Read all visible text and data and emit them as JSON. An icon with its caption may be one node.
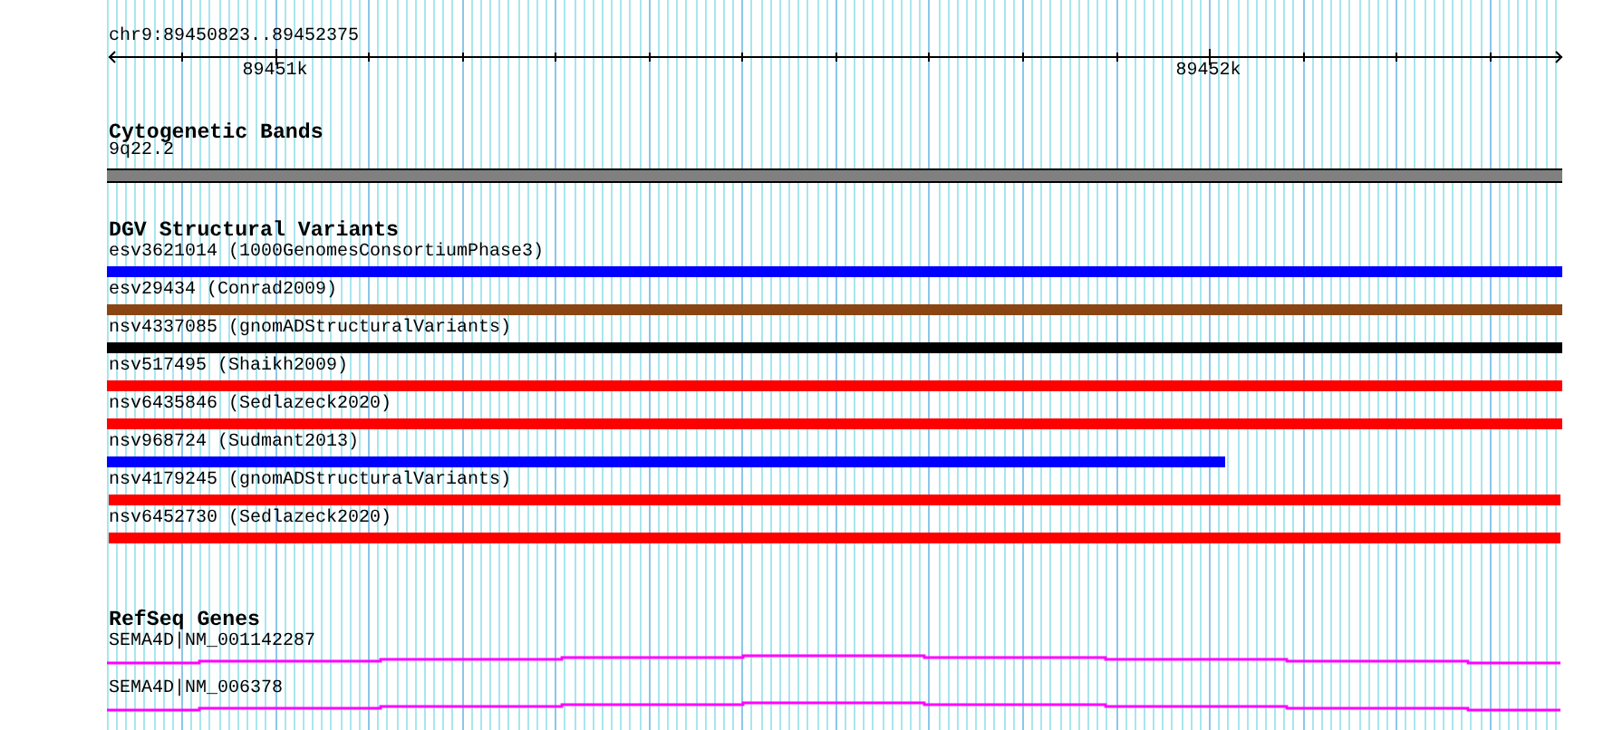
{
  "diagram": {
    "nodes": [
      {
        "text": [
          "9q22.2"
        ]
      },
      {
        "text": [
          "esv3621014 (1000GenomesConsortiumPhase3)"
        ]
      },
      {
        "text": [
          "esv29434 (Conrad2009)"
        ]
      },
      {
        "text": [
          "nsv4337085 (gnomADStructuralVariants)"
        ]
      },
      {
        "text": [
          "nsv517495 (Shaikh2009)"
        ]
      },
      {
        "text": [
          "nsv6435846 (Sedlazeck2020)"
        ]
      },
      {
        "text": [
          "nsv968724 (Sudmant2013)"
        ]
      },
      {
        "text": [
          "nsv4179245 (gnomADStructuralVariants)"
        ]
      },
      {
        "text": [
          "nsv6452730 (Sedlazeck2020)"
        ]
      },
      {
        "text": [
          "SEMA4D|NM_001142287"
        ]
      },
      {
        "text": [
          "SEMA4D|NM_006378"
        ]
      }
    ],
    "labels": [
      "chr9:89450823..89452375",
      "89451k",
      "89452k",
      "Cytogenetic Bands",
      "DGV Structural Variants",
      "RefSeq Genes"
    ]
  }
}
